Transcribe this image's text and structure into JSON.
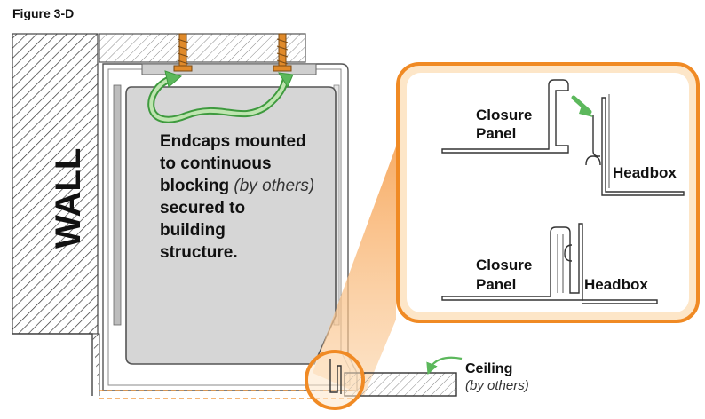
{
  "figure_title": "Figure 3-D",
  "wall_label": "WALL",
  "endcaps_note": {
    "line1": "Endcaps mounted",
    "line2": "to continuous",
    "line3a": "blocking ",
    "line3b": "(by others)",
    "line4": "secured to",
    "line5": "building",
    "line6": "structure."
  },
  "callout_top": {
    "closure_1": "Closure",
    "closure_2": "Panel",
    "headbox": "Headbox"
  },
  "callout_bottom": {
    "closure_1": "Closure",
    "closure_2": "Panel",
    "headbox": "Headbox"
  },
  "ceiling": {
    "label": "Ceiling",
    "note": "(by others)"
  },
  "colors": {
    "orange": "#f08a24",
    "orange_light": "#fde6c8",
    "green": "#5cb85c",
    "green_light": "#bfe5b0",
    "panel_gray": "#d6d6d6",
    "screw": "#e08a2a"
  }
}
